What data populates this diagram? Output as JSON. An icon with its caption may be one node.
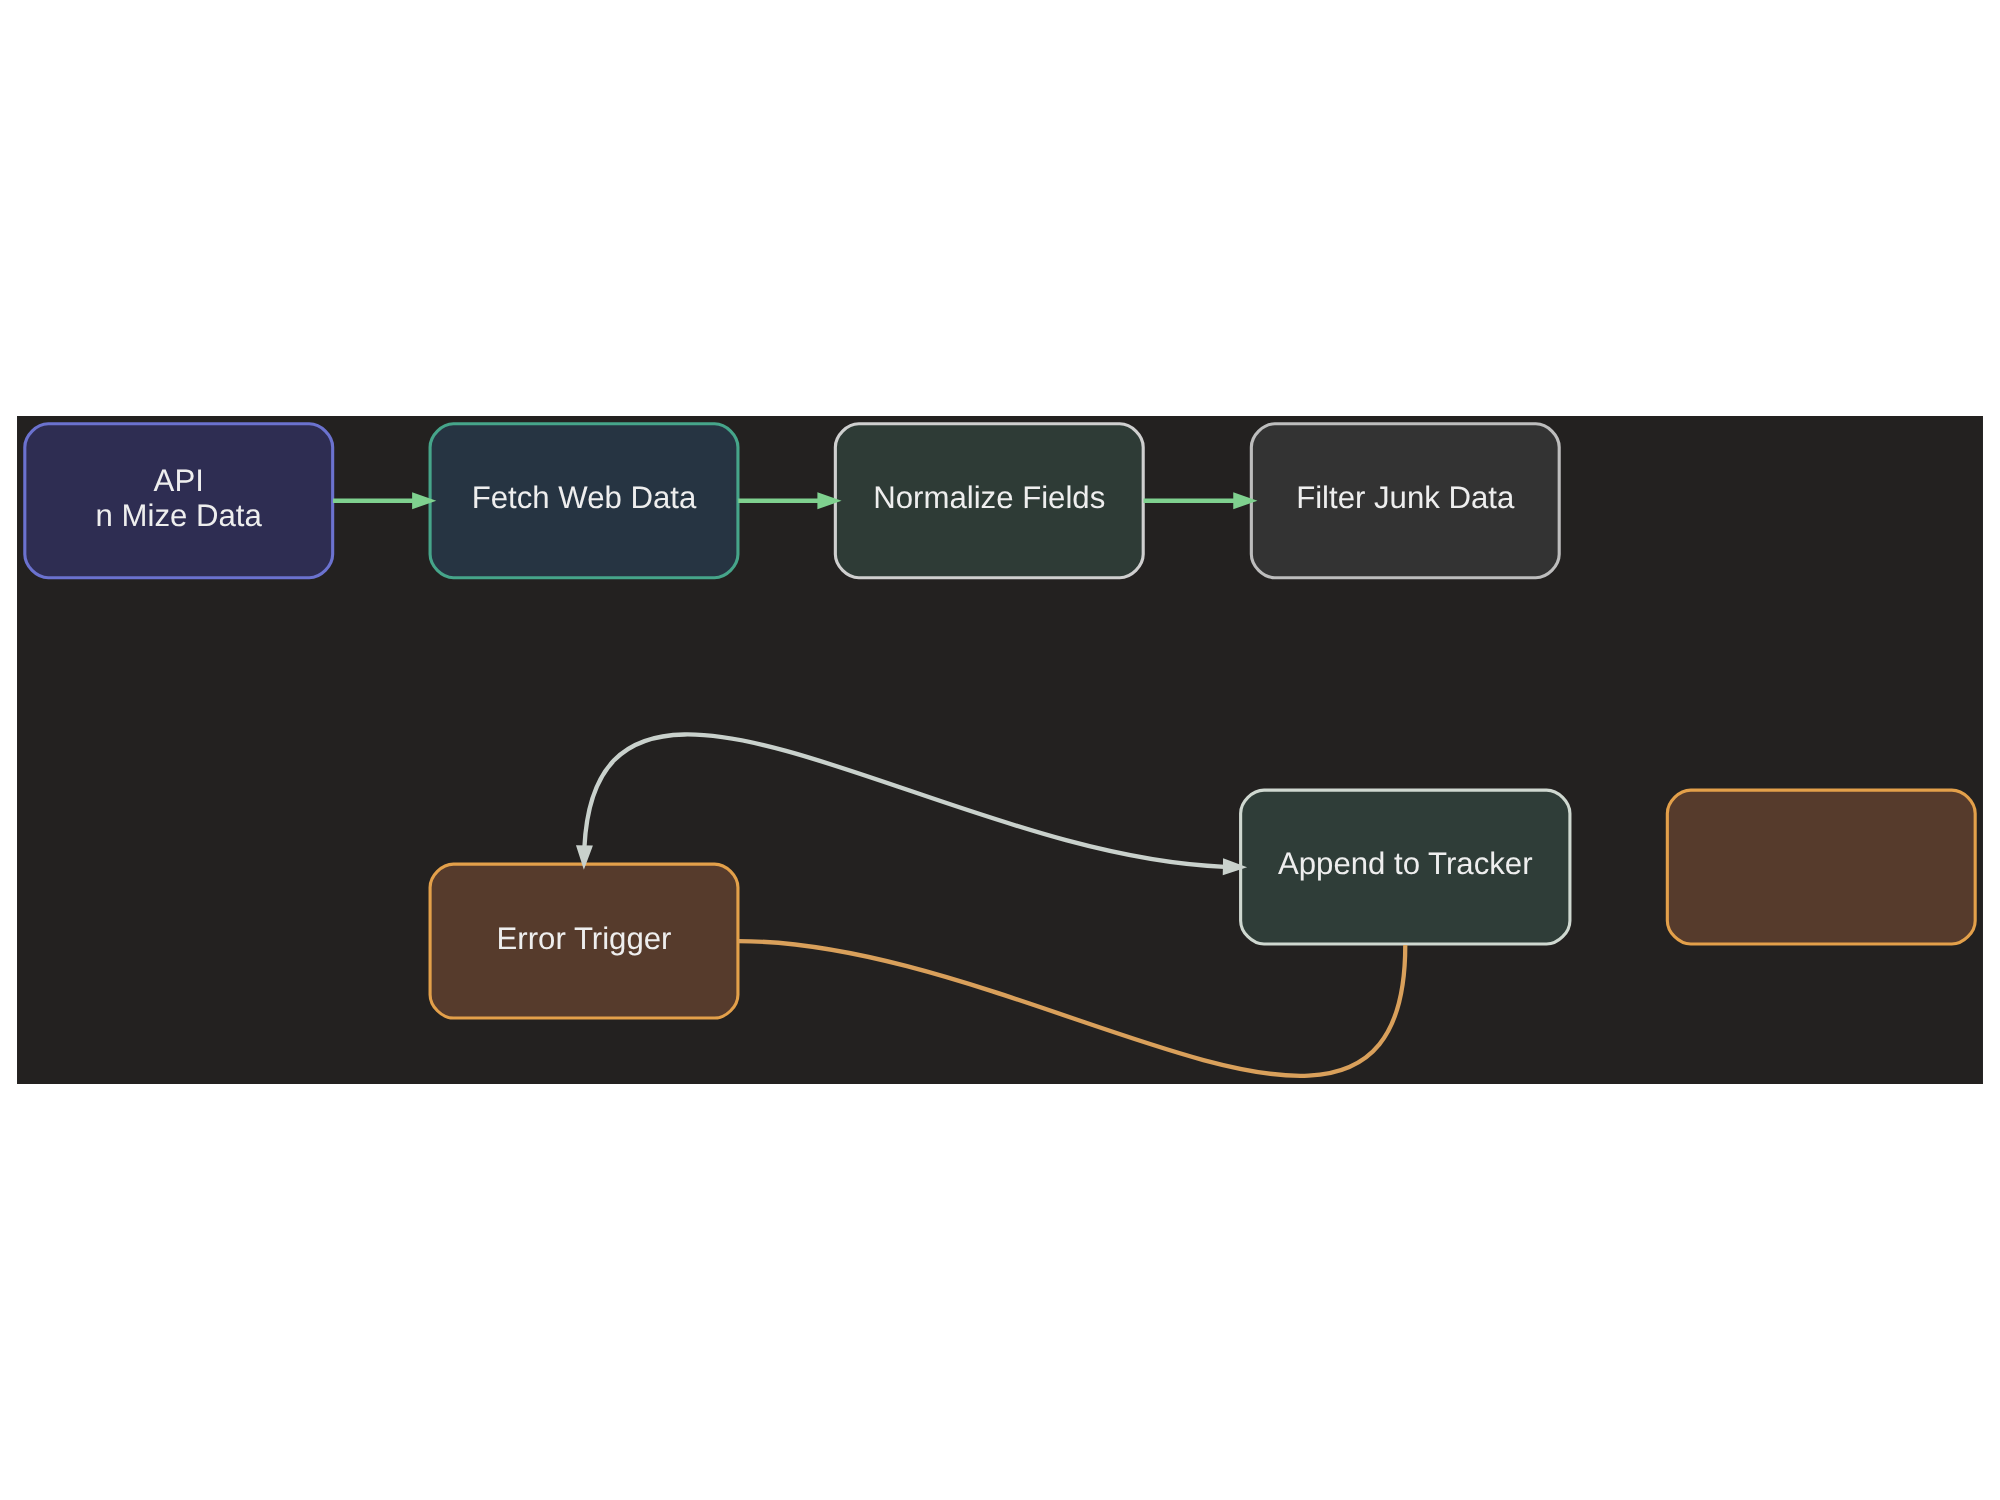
{
  "diagram": {
    "nodes": [
      {
        "text": [
          "API",
          "n Mize Data"
        ]
      },
      {
        "text": [
          "Fetch Web Data"
        ]
      },
      {
        "text": [
          "Normalize Fields"
        ]
      },
      {
        "text": [
          "Filter Junk Data"
        ]
      },
      {
        "text": [
          "Append to Tracker"
        ]
      },
      {
        "text": [
          "Error Trigger"
        ]
      },
      {
        "text": [],
        "shape": "box"
      }
    ],
    "edges": [
      {
        "from": 0,
        "to": 1,
        "arrow": "to"
      },
      {
        "from": 1,
        "to": 2,
        "arrow": "to"
      },
      {
        "from": 2,
        "to": 3,
        "arrow": "to"
      },
      {
        "from": 5,
        "to": 4,
        "arrow": "both",
        "color": "#c9d1cc"
      },
      {
        "from": 5,
        "to": 4,
        "arrow": "none",
        "color": "#d9a05b"
      }
    ]
  }
}
